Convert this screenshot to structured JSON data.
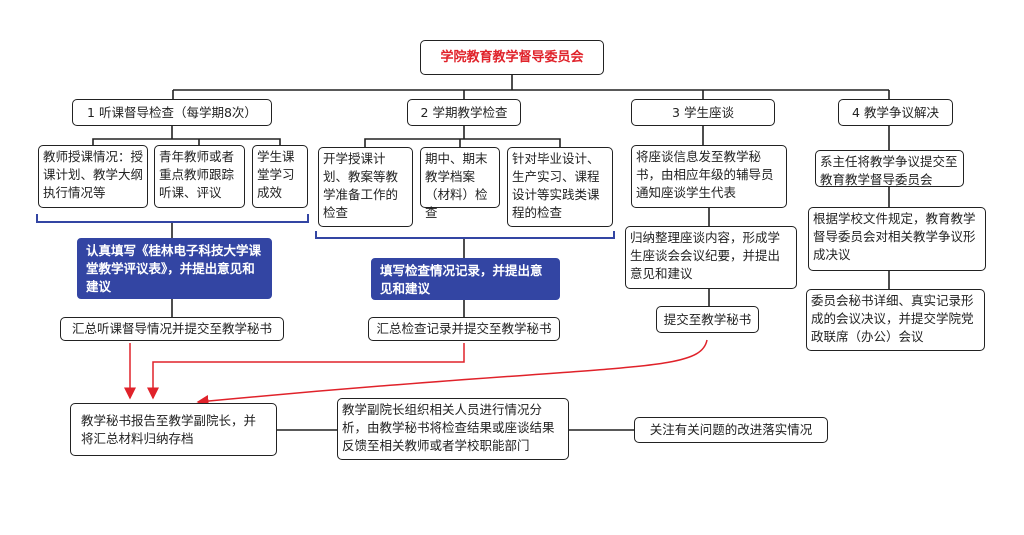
{
  "title": "学院教育教学督导委员会",
  "colors": {
    "accent_red": "#e0222a",
    "blue_box": "#3345a3",
    "bracket": "#3345a3"
  },
  "branches": [
    {
      "label": "1 听课督导检查（每学期8次）",
      "items": [
        "教师授课情况：授课计划、教学大纲执行情况等",
        "青年教师或者重点教师跟踪听课、评议",
        "学生课堂学习成效"
      ],
      "action": "认真填写《桂林电子科技大学课堂教学评议表》，并提出意见和建议",
      "summary": "汇总听课督导情况并提交至教学秘书"
    },
    {
      "label": "2  学期教学检查",
      "items": [
        "开学授课计划、教案等教学准备工作的检查",
        "期中、期末教学档案（材料）检查",
        "针对毕业设计、生产实习、课程设计等实践类课程的检查"
      ],
      "action": "填写检查情况记录，并提出意见和建议",
      "summary": "汇总检查记录并提交至教学秘书"
    },
    {
      "label": "3 学生座谈",
      "steps": [
        "将座谈信息发至教学秘书，由相应年级的辅导员通知座谈学生代表",
        "归纳整理座谈内容，形成学生座谈会会议纪要，并提出意见和建议",
        "提交至教学秘书"
      ]
    },
    {
      "label": "4 教学争议解决",
      "steps": [
        "系主任将教学争议提交至教育教学督导委员会",
        "根据学校文件规定，教育教学督导委员会对相关教学争议形成决议",
        "委员会秘书详细、真实记录形成的会议决议，并提交学院党政联席（办公）会议"
      ]
    }
  ],
  "bottom": [
    "教学秘书报告至教学副院长，并将汇总材料归纳存档",
    "教学副院长组织相关人员进行情况分析，由教学秘书将检查结果或座谈结果反馈至相关教师或者学校职能部门",
    "关注有关问题的改进落实情况"
  ]
}
